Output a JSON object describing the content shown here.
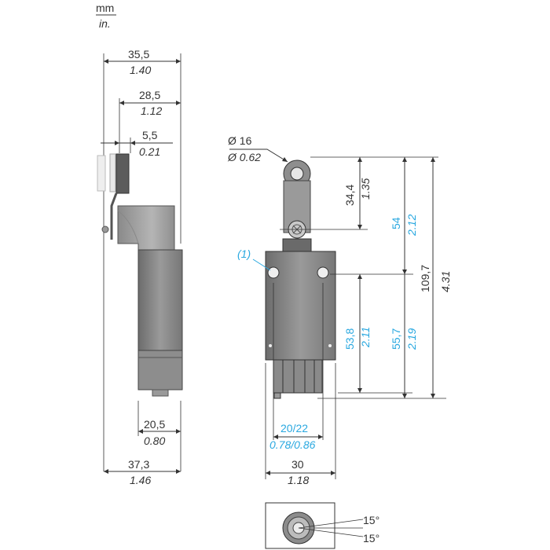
{
  "units": {
    "mm": "mm",
    "in": "in."
  },
  "left_view": {
    "overall_width_mm": "35,5",
    "overall_width_in": "1.40",
    "lever_width_mm": "28,5",
    "lever_width_in": "1.12",
    "roller_width_mm": "5,5",
    "roller_width_in": "0.21",
    "body_width_mm": "20,5",
    "body_width_in": "0.80",
    "base_width_mm": "37,3",
    "base_width_in": "1.46"
  },
  "front_view": {
    "roller_dia_mm": "Ø  16",
    "roller_dia_in": "Ø  0.62",
    "note_marker": "(1)",
    "pivot_height_mm": "34,4",
    "pivot_height_in": "1.35",
    "roller_to_holes_mm": "54",
    "roller_to_holes_in": "2.12",
    "total_height_mm": "109,7",
    "total_height_in": "4.31",
    "hole_to_base_mm": "53,8",
    "hole_to_base_in": "2.11",
    "hole_to_conn_mm": "55,7",
    "hole_to_conn_in": "2.19",
    "hole_spacing_mm": "20/22",
    "hole_spacing_in": "0.78/0.86",
    "body_width_mm": "30",
    "body_width_in": "1.18"
  },
  "bottom_view": {
    "angle_up": "15°",
    "angle_down": "15°"
  },
  "colors": {
    "cyan": "#29a8e0",
    "line": "#333333",
    "body_dark": "#7a7a7a"
  }
}
